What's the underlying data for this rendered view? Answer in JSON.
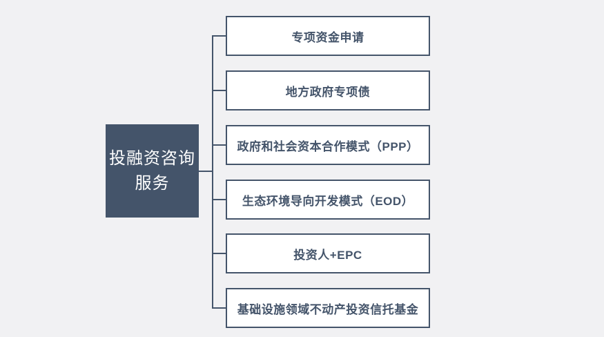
{
  "diagram": {
    "title": "投融资咨询服务",
    "root": {
      "label": "投融资咨询服务",
      "lines": [
        "投融资咨询",
        "服务"
      ],
      "fill_color": "#44546A",
      "text_color": "#FFFFFF"
    },
    "branches": [
      {
        "label": "专项资金申请"
      },
      {
        "label": "地方政府专项债"
      },
      {
        "label": "政府和社会资本合作模式（PPP）"
      },
      {
        "label": "生态环境导向开发模式（EOD）"
      },
      {
        "label": "投资人+EPC"
      },
      {
        "label": "基础设施领域不动产投资信托基金"
      }
    ],
    "style": {
      "background_color": "#F1F1F3",
      "box_fill_color": "#FFFFFF",
      "box_border_color": "#44546A",
      "box_text_color": "#44546A",
      "connector_color": "#44546A"
    }
  }
}
